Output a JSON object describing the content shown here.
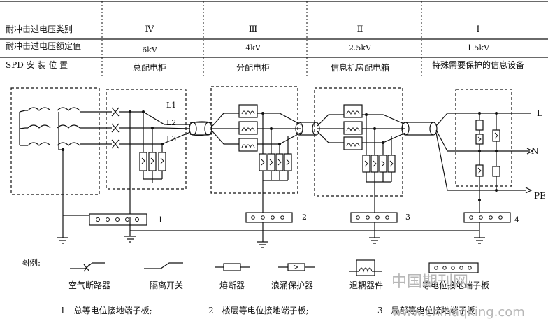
{
  "table": {
    "row1_label": "耐冲击过电压类别",
    "row2_label": "耐冲击过电压额定值",
    "row3_label": "SPD 安 装 位 置",
    "columns": [
      {
        "category": "Ⅳ",
        "rating": "6kV",
        "location": "总配电柜"
      },
      {
        "category": "Ⅲ",
        "rating": "4kV",
        "location": "分配电柜"
      },
      {
        "category": "Ⅱ",
        "rating": "2.5kV",
        "location": "信息机房配电箱"
      },
      {
        "category": "Ⅰ",
        "rating": "1.5kV",
        "location": "特殊需要保护的信息设备"
      }
    ]
  },
  "diagram": {
    "phase_labels": [
      "L1",
      "L2",
      "L3"
    ],
    "output_labels": {
      "l": "L",
      "n": "N",
      "pe": "PE"
    },
    "terminal_numbers": [
      "1",
      "2",
      "3",
      "4"
    ]
  },
  "legend": {
    "title": "图例:",
    "items": [
      {
        "icon": "air-breaker-icon",
        "label": "空气断路器"
      },
      {
        "icon": "isolating-switch-icon",
        "label": "隔离开关"
      },
      {
        "icon": "fuse-icon",
        "label": "熔断器"
      },
      {
        "icon": "surge-protector-icon",
        "label": "浪涌保护器"
      },
      {
        "icon": "decoupling-element-icon",
        "label": "退耦器件"
      },
      {
        "icon": "terminal-board-icon",
        "label": "等电位接地端子板"
      }
    ]
  },
  "footnotes": [
    "1—总等电位接地端子板;",
    "2—楼层等电位接地端子板;",
    "3—局部等电位接地端子板"
  ],
  "watermark": {
    "cn": "中国期刊网",
    "url": "www.chinaqking.com"
  }
}
